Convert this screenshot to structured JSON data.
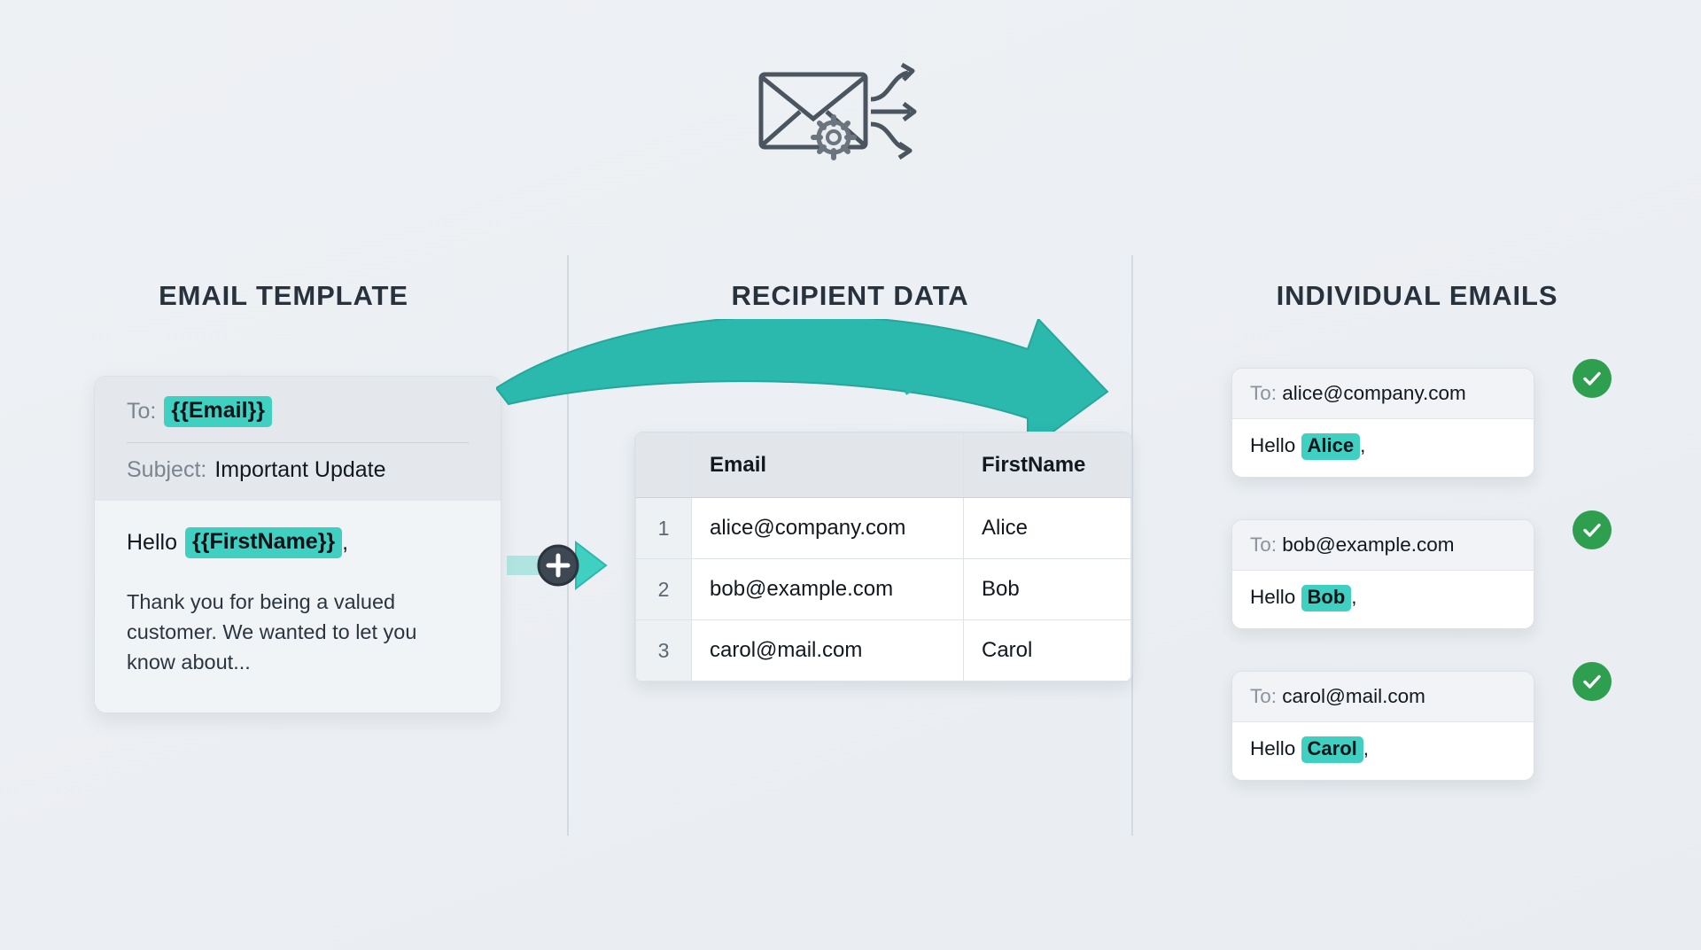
{
  "header": {
    "icon": "envelope-gear-arrows-icon"
  },
  "columns": {
    "template_heading": "EMAIL TEMPLATE",
    "data_heading": "RECIPIENT DATA",
    "emails_heading": "INDIVIDUAL EMAILS"
  },
  "template": {
    "to_label": "To:",
    "to_token": "{{Email}}",
    "subject_label": "Subject:",
    "subject_value": "Important Update",
    "greeting_prefix": "Hello",
    "greeting_token": "{{FirstName}}",
    "greeting_suffix": ",",
    "body_paragraph": "Thank you for being a valued customer. We wanted to let you know about..."
  },
  "connector": {
    "merge_icon": "plus-icon",
    "arrow_icon": "arrow-right-icon"
  },
  "recipient_table": {
    "columns": [
      "",
      "Email",
      "FirstName"
    ],
    "rows": [
      {
        "index": "1",
        "email": "alice@company.com",
        "first_name": "Alice"
      },
      {
        "index": "2",
        "email": "bob@example.com",
        "first_name": "Bob"
      },
      {
        "index": "3",
        "email": "carol@mail.com",
        "first_name": "Carol"
      }
    ]
  },
  "individual_emails": [
    {
      "to_label": "To:",
      "to_value": "alice@company.com",
      "greeting_prefix": "Hello",
      "greeting_name": "Alice",
      "greeting_suffix": ",",
      "status_icon": "check-circle-icon"
    },
    {
      "to_label": "To:",
      "to_value": "bob@example.com",
      "greeting_prefix": "Hello",
      "greeting_name": "Bob",
      "greeting_suffix": ",",
      "status_icon": "check-circle-icon"
    },
    {
      "to_label": "To:",
      "to_value": "carol@mail.com",
      "greeting_prefix": "Hello",
      "greeting_name": "Carol",
      "greeting_suffix": ",",
      "status_icon": "check-circle-icon"
    }
  ],
  "colors": {
    "accent_teal": "#3fd0c2",
    "arrow_teal": "#2bb8ad",
    "success_green": "#2e9e4f",
    "heading_navy": "#27323d",
    "background": "#eceff3"
  }
}
